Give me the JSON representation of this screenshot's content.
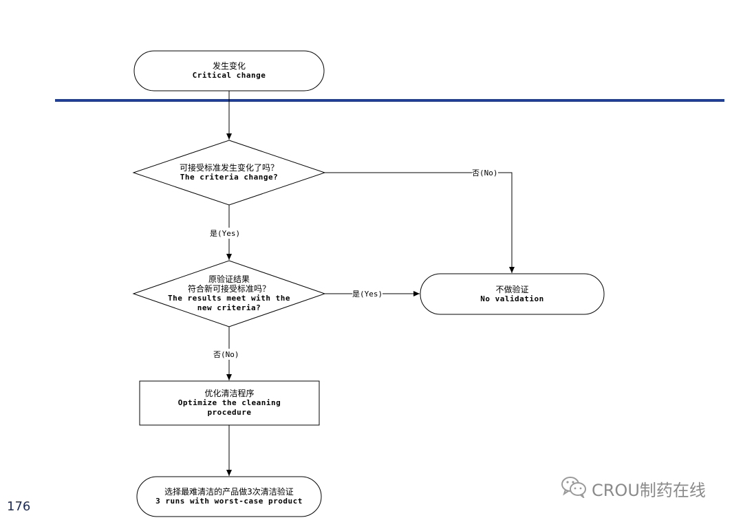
{
  "nodes": {
    "start": {
      "zh": "发生变化",
      "en": "Critical change"
    },
    "decision1": {
      "zh": "可接受标准发生变化了吗？",
      "en": "The criteria change?"
    },
    "decision2": {
      "zh1": "原验证结果",
      "zh2": "符合新可接受标准吗？",
      "en1": "The results meet with the",
      "en2": "new criteria?"
    },
    "no_validation": {
      "zh": "不做验证",
      "en": "No validation"
    },
    "optimize": {
      "zh": "优化清洁程序",
      "en1": "Optimize the cleaning",
      "en2": "procedure"
    },
    "worst_case": {
      "zh": "选择最难清洁的产品做3次清洁验证",
      "en": "3 runs with worst-case product"
    }
  },
  "edges": {
    "d1_no": "否(No)",
    "d1_yes": "是(Yes)",
    "d2_yes": "是(Yes)",
    "d2_no": "否(No)"
  },
  "page_number": "176",
  "watermark": {
    "text": "CROU制药在线",
    "icon": "wechat-icon"
  },
  "colors": {
    "divider": "#1f3f99",
    "line": "#000000"
  }
}
